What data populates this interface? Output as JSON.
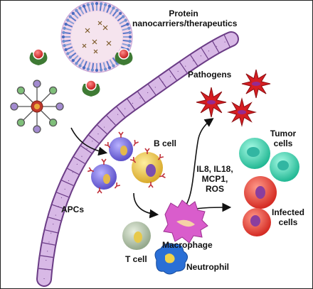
{
  "labels": {
    "protein_line1": "Protein",
    "protein_line2": "nanocarriers/therapeutics",
    "pathogens": "Pathogens",
    "tumor_line1": "Tumor",
    "tumor_line2": "cells",
    "bcell": "B cell",
    "apcs": "APCs",
    "cytokines_line1": "IL8, IL18,",
    "cytokines_line2": "MCP1,",
    "cytokines_line3": "ROS",
    "infected_line1": "Infected",
    "infected_line2": "cells",
    "macrophage": "Macrophage",
    "tcell": "T cell",
    "neutrophil": "Neutrophil"
  },
  "colors": {
    "vessel_fill": "#c9a6d9",
    "vessel_stroke": "#6b3c86",
    "apc": "#7b6fe0",
    "bcell": "#e7c94a",
    "antibody": "#c0303a",
    "macrophage": "#d45bc6",
    "tcell": "#b8c9b0",
    "neutrophil": "#2a6fd6",
    "tumor": "#3fd3b0",
    "infected": "#e8453c",
    "pathogen": "#d61e22"
  }
}
